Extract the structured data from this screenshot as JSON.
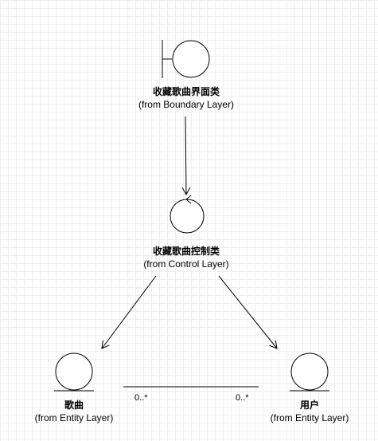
{
  "nodes": {
    "boundary": {
      "name": "收藏歌曲界面类",
      "from": "(from Boundary Layer)"
    },
    "control": {
      "name": "收藏歌曲控制类",
      "from": "(from Control Layer)"
    },
    "entity_song": {
      "name": "歌曲",
      "from": "(from Entity Layer)"
    },
    "entity_user": {
      "name": "用户",
      "from": "(from Entity Layer)"
    }
  },
  "association": {
    "left_multiplicity": "0..*",
    "right_multiplicity": "0..*"
  }
}
